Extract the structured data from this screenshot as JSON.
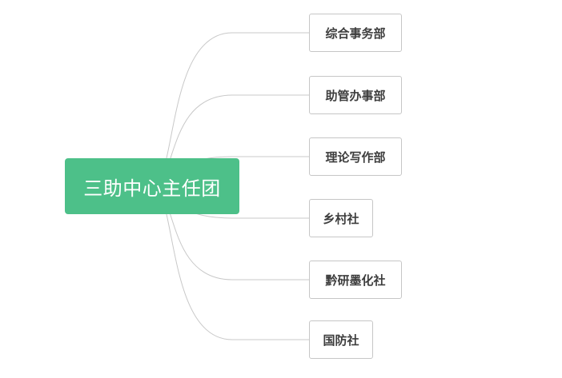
{
  "colors": {
    "root_fill": "#4dc089",
    "root_text": "#ffffff",
    "child_border": "#c6c6c6",
    "child_text": "#3d3d3d",
    "connector": "#c8c8c8"
  },
  "mindmap": {
    "root": {
      "label": "三助中心主任团"
    },
    "children": [
      {
        "label": "综合事务部"
      },
      {
        "label": "助管办事部"
      },
      {
        "label": "理论写作部"
      },
      {
        "label": "乡村社"
      },
      {
        "label": "黔研墨化社"
      },
      {
        "label": "国防社"
      }
    ]
  }
}
